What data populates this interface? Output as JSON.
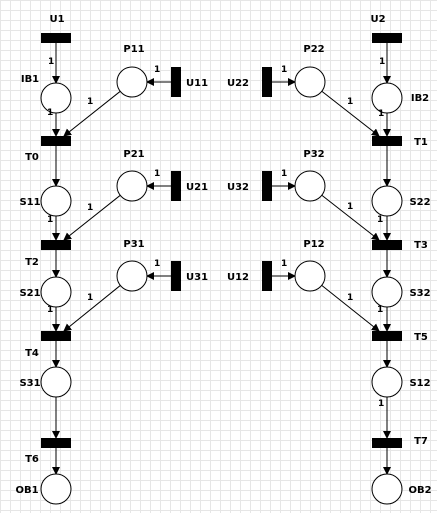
{
  "diagram": {
    "places": [
      {
        "id": "IB1",
        "label": "IB1"
      },
      {
        "id": "P11",
        "label": "P11"
      },
      {
        "id": "S11",
        "label": "S11"
      },
      {
        "id": "P21",
        "label": "P21"
      },
      {
        "id": "S21",
        "label": "S21"
      },
      {
        "id": "P31",
        "label": "P31"
      },
      {
        "id": "S31",
        "label": "S31"
      },
      {
        "id": "OB1",
        "label": "OB1"
      },
      {
        "id": "P22",
        "label": "P22"
      },
      {
        "id": "IB2",
        "label": "IB2"
      },
      {
        "id": "P32",
        "label": "P32"
      },
      {
        "id": "S22",
        "label": "S22"
      },
      {
        "id": "P12",
        "label": "P12"
      },
      {
        "id": "S32",
        "label": "S32"
      },
      {
        "id": "S12",
        "label": "S12"
      },
      {
        "id": "OB2",
        "label": "OB2"
      }
    ],
    "transitions": [
      {
        "id": "U1",
        "label": "U1"
      },
      {
        "id": "U11",
        "label": "U11"
      },
      {
        "id": "T0",
        "label": "T0"
      },
      {
        "id": "U21",
        "label": "U21"
      },
      {
        "id": "T2",
        "label": "T2"
      },
      {
        "id": "U31",
        "label": "U31"
      },
      {
        "id": "T4",
        "label": "T4"
      },
      {
        "id": "T6",
        "label": "T6"
      },
      {
        "id": "U2",
        "label": "U2"
      },
      {
        "id": "U22",
        "label": "U22"
      },
      {
        "id": "T1",
        "label": "T1"
      },
      {
        "id": "U32",
        "label": "U32"
      },
      {
        "id": "T3",
        "label": "T3"
      },
      {
        "id": "U12",
        "label": "U12"
      },
      {
        "id": "T5",
        "label": "T5"
      },
      {
        "id": "T7",
        "label": "T7"
      }
    ],
    "arcs": [
      {
        "from": "U1",
        "to": "IB1",
        "weight": "1"
      },
      {
        "from": "U11",
        "to": "P11",
        "weight": "1"
      },
      {
        "from": "IB1",
        "to": "T0",
        "weight": "1"
      },
      {
        "from": "P11",
        "to": "T0",
        "weight": "1"
      },
      {
        "from": "T0",
        "to": "S11",
        "weight": "1"
      },
      {
        "from": "U21",
        "to": "P21",
        "weight": "1"
      },
      {
        "from": "S11",
        "to": "T2",
        "weight": "1"
      },
      {
        "from": "P21",
        "to": "T2",
        "weight": "1"
      },
      {
        "from": "T2",
        "to": "S21",
        "weight": "1"
      },
      {
        "from": "U31",
        "to": "P31",
        "weight": "1"
      },
      {
        "from": "S21",
        "to": "T4",
        "weight": "1"
      },
      {
        "from": "P31",
        "to": "T4",
        "weight": "1"
      },
      {
        "from": "T4",
        "to": "S31",
        "weight": "1"
      },
      {
        "from": "S31",
        "to": "T6",
        "weight": "1"
      },
      {
        "from": "T6",
        "to": "OB1",
        "weight": "1"
      },
      {
        "from": "U2",
        "to": "IB2",
        "weight": "1"
      },
      {
        "from": "U22",
        "to": "P22",
        "weight": "1"
      },
      {
        "from": "IB2",
        "to": "T1",
        "weight": "1"
      },
      {
        "from": "P22",
        "to": "T1",
        "weight": "1"
      },
      {
        "from": "T1",
        "to": "S22",
        "weight": "1"
      },
      {
        "from": "U32",
        "to": "P32",
        "weight": "1"
      },
      {
        "from": "S22",
        "to": "T3",
        "weight": "1"
      },
      {
        "from": "P32",
        "to": "T3",
        "weight": "1"
      },
      {
        "from": "T3",
        "to": "S32",
        "weight": "1"
      },
      {
        "from": "U12",
        "to": "P12",
        "weight": "1"
      },
      {
        "from": "S32",
        "to": "T5",
        "weight": "1"
      },
      {
        "from": "P12",
        "to": "T5",
        "weight": "1"
      },
      {
        "from": "T5",
        "to": "S12",
        "weight": "1"
      },
      {
        "from": "S12",
        "to": "T7",
        "weight": "1"
      },
      {
        "from": "T7",
        "to": "OB2",
        "weight": "1"
      }
    ]
  }
}
